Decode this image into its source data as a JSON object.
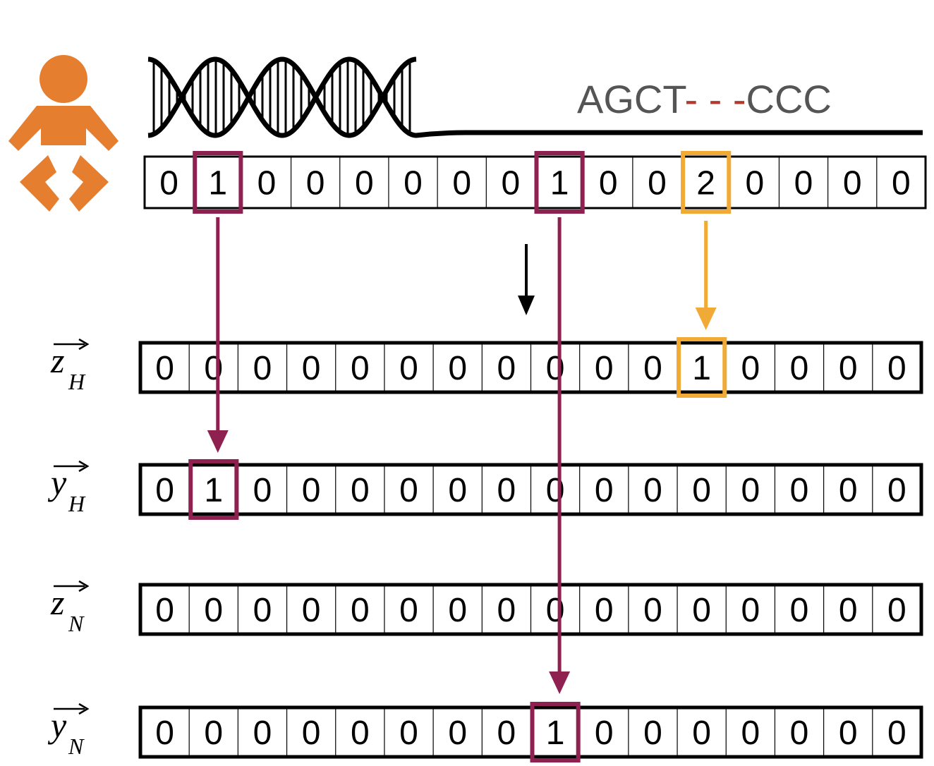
{
  "colors": {
    "baby": "#E67E30",
    "highlight_purple": "#8E2150",
    "highlight_orange": "#F0AA35",
    "dna_dash": "#B03A2E",
    "dna_text": "#555555"
  },
  "genotype": {
    "sequence_text": {
      "start": "AGCT",
      "dashes": "- - -",
      "end": "CCC"
    },
    "values": [
      "0",
      "1",
      "0",
      "0",
      "0",
      "0",
      "0",
      "0",
      "1",
      "0",
      "0",
      "2",
      "0",
      "0",
      "0",
      "0"
    ],
    "highlight_purple": [
      1,
      8
    ],
    "highlight_orange": [
      11
    ]
  },
  "rows": [
    {
      "id": "z-h",
      "letter": "z",
      "subscript": "H",
      "values": [
        "0",
        "0",
        "0",
        "0",
        "0",
        "0",
        "0",
        "0",
        "0",
        "0",
        "0",
        "1",
        "0",
        "0",
        "0",
        "0"
      ],
      "highlight_purple": [],
      "highlight_orange": [
        11
      ]
    },
    {
      "id": "y-h",
      "letter": "y",
      "subscript": "H",
      "values": [
        "0",
        "1",
        "0",
        "0",
        "0",
        "0",
        "0",
        "0",
        "0",
        "0",
        "0",
        "0",
        "0",
        "0",
        "0",
        "0"
      ],
      "highlight_purple": [
        1
      ],
      "highlight_orange": []
    },
    {
      "id": "z-n",
      "letter": "z",
      "subscript": "N",
      "values": [
        "0",
        "0",
        "0",
        "0",
        "0",
        "0",
        "0",
        "0",
        "0",
        "0",
        "0",
        "0",
        "0",
        "0",
        "0",
        "0"
      ],
      "highlight_purple": [],
      "highlight_orange": []
    },
    {
      "id": "y-n",
      "letter": "y",
      "subscript": "N",
      "values": [
        "0",
        "0",
        "0",
        "0",
        "0",
        "0",
        "0",
        "0",
        "1",
        "0",
        "0",
        "0",
        "0",
        "0",
        "0",
        "0"
      ],
      "highlight_purple": [
        8
      ],
      "highlight_orange": []
    }
  ],
  "icons": [
    "baby-icon",
    "dna-helix-icon",
    "arrow-down-icon"
  ]
}
